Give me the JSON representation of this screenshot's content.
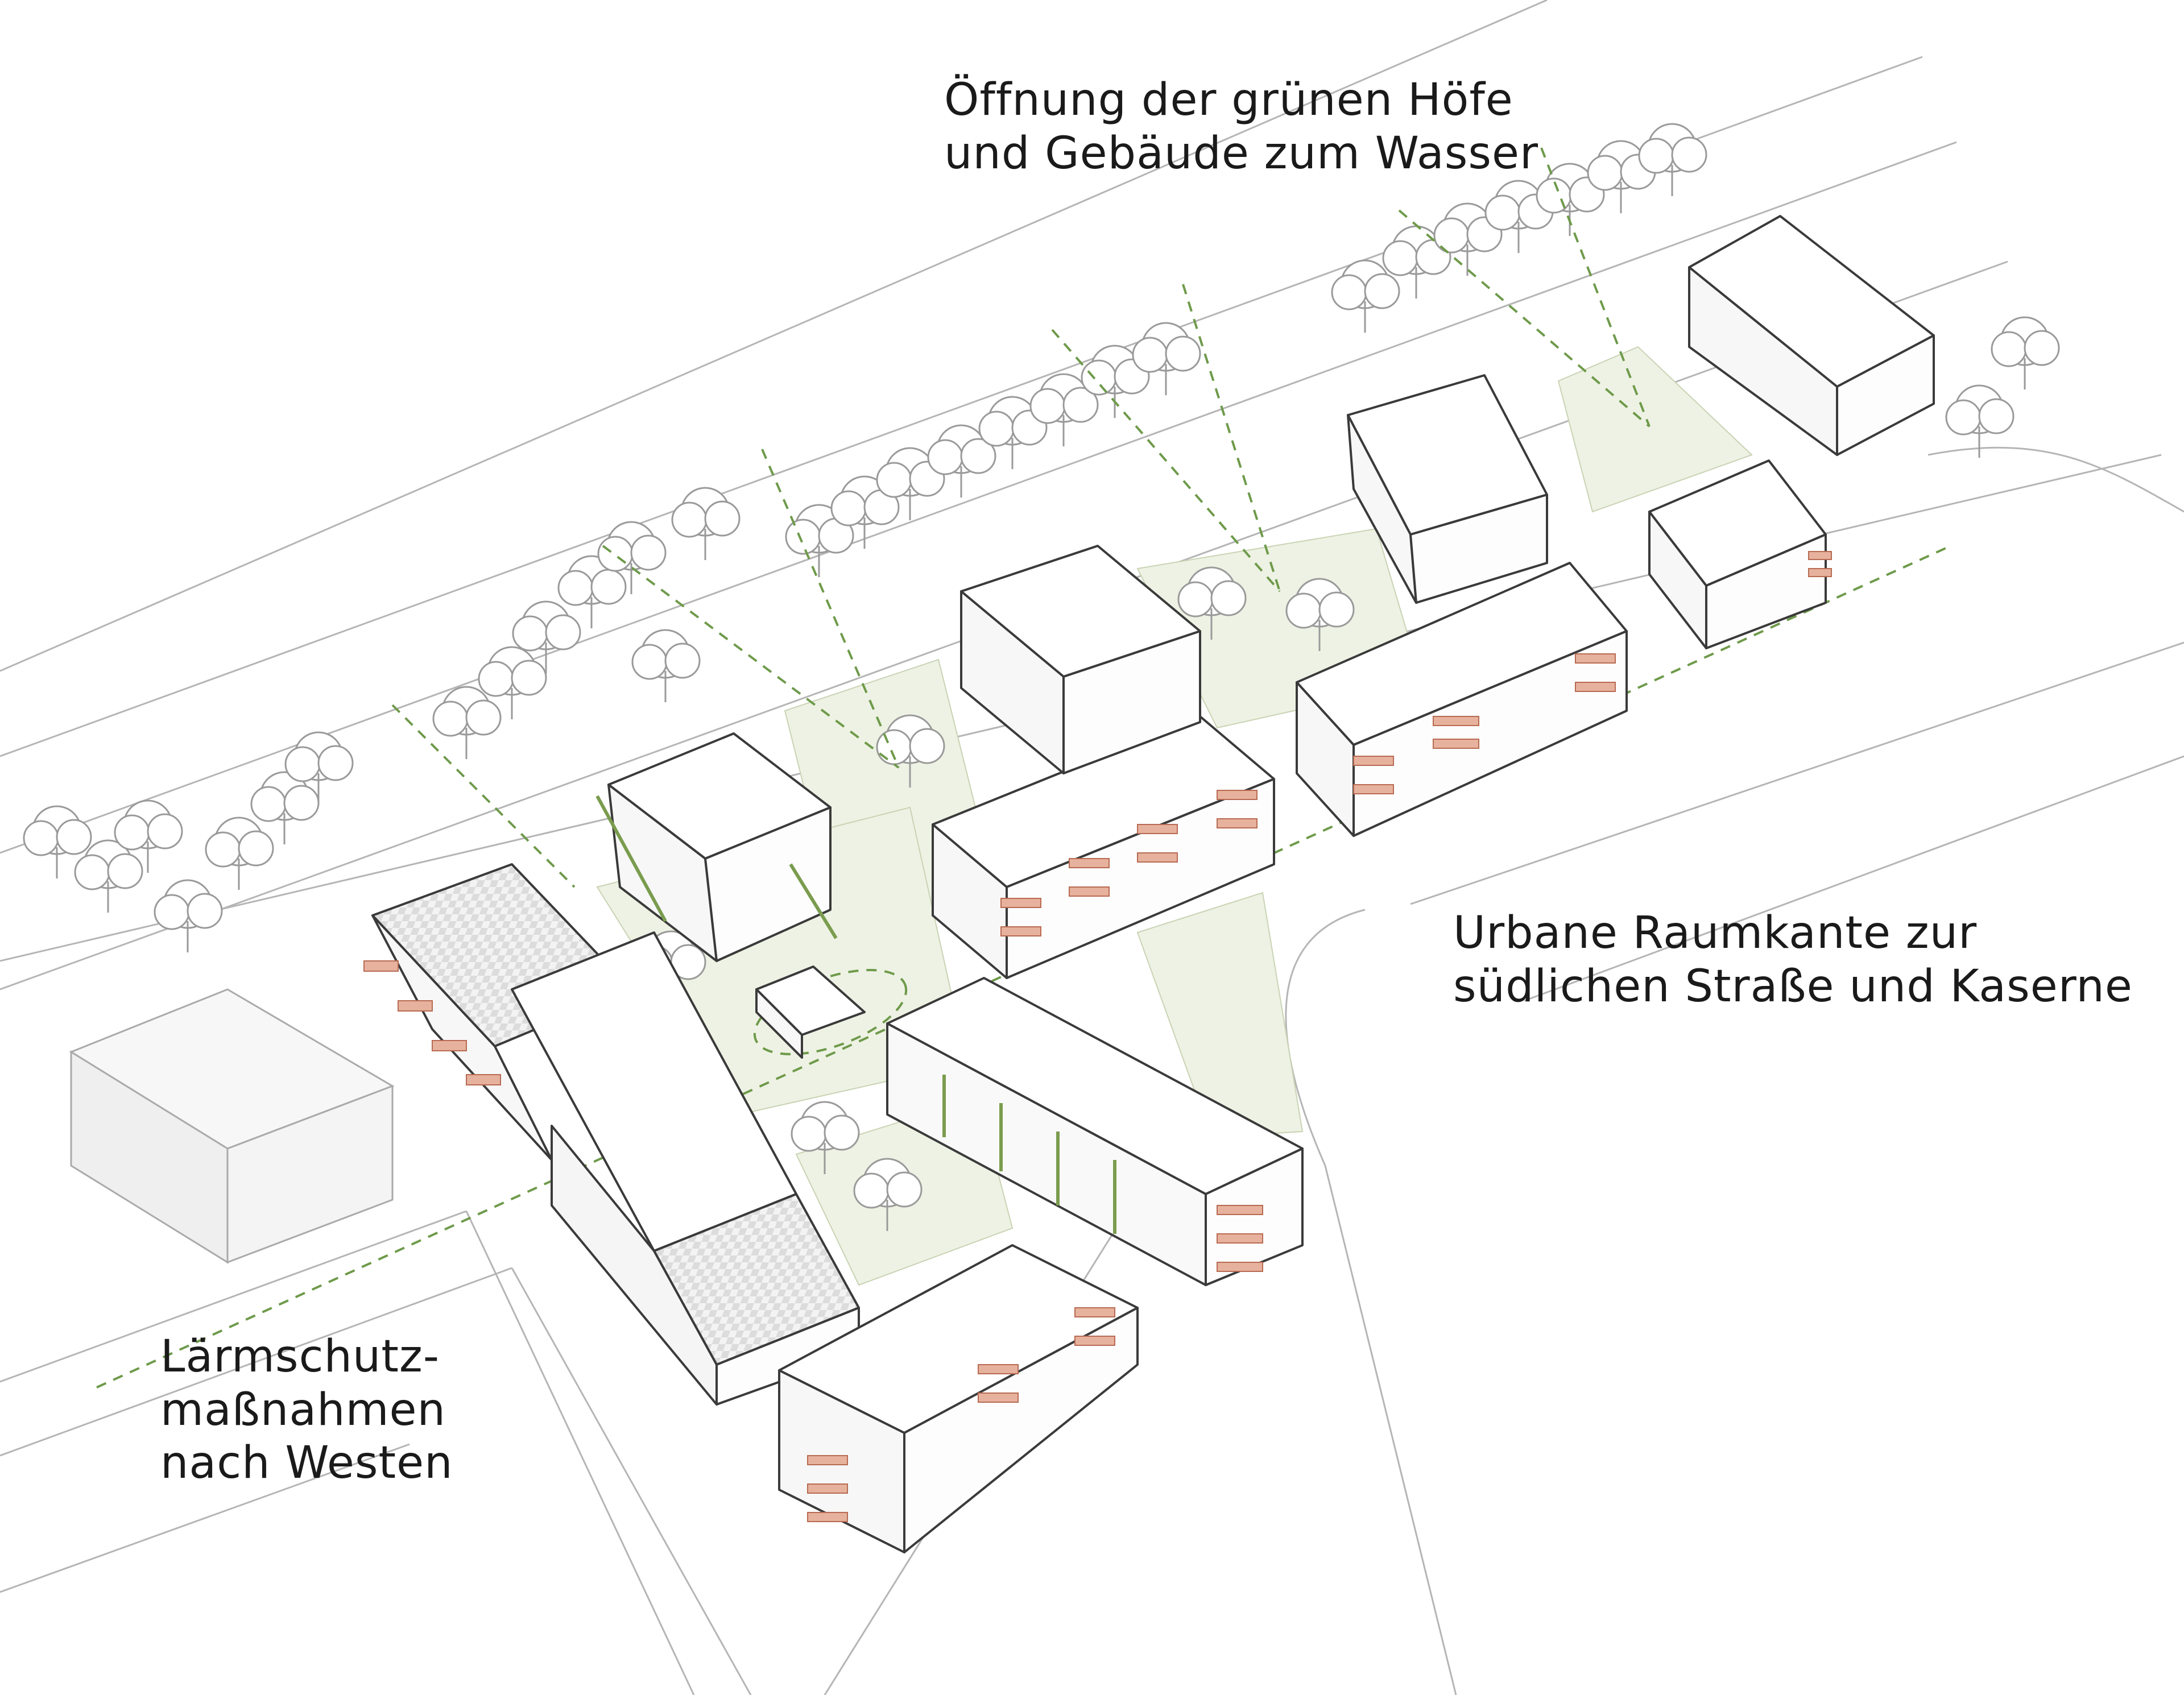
{
  "annotations": {
    "water": [
      "Öffnung der grünen Höfe",
      "und Gebäude zum Wasser"
    ],
    "south": [
      "Urbane Raumkante zur",
      "südlichen Straße und Kaserne"
    ],
    "noise": [
      "Lärmschutz-",
      "maßnahmen",
      "nach Westen"
    ]
  },
  "colors": {
    "line": "#9a9a9a",
    "building_outline": "#3a3a3a",
    "courtyard": "#eef2e4",
    "green_dash": "#6e9a4a",
    "balcony": "#e7b29d",
    "balcony_stroke": "#b86a52",
    "facade_green": "#7a9c4e",
    "roof_check": "#e2e2e2"
  }
}
